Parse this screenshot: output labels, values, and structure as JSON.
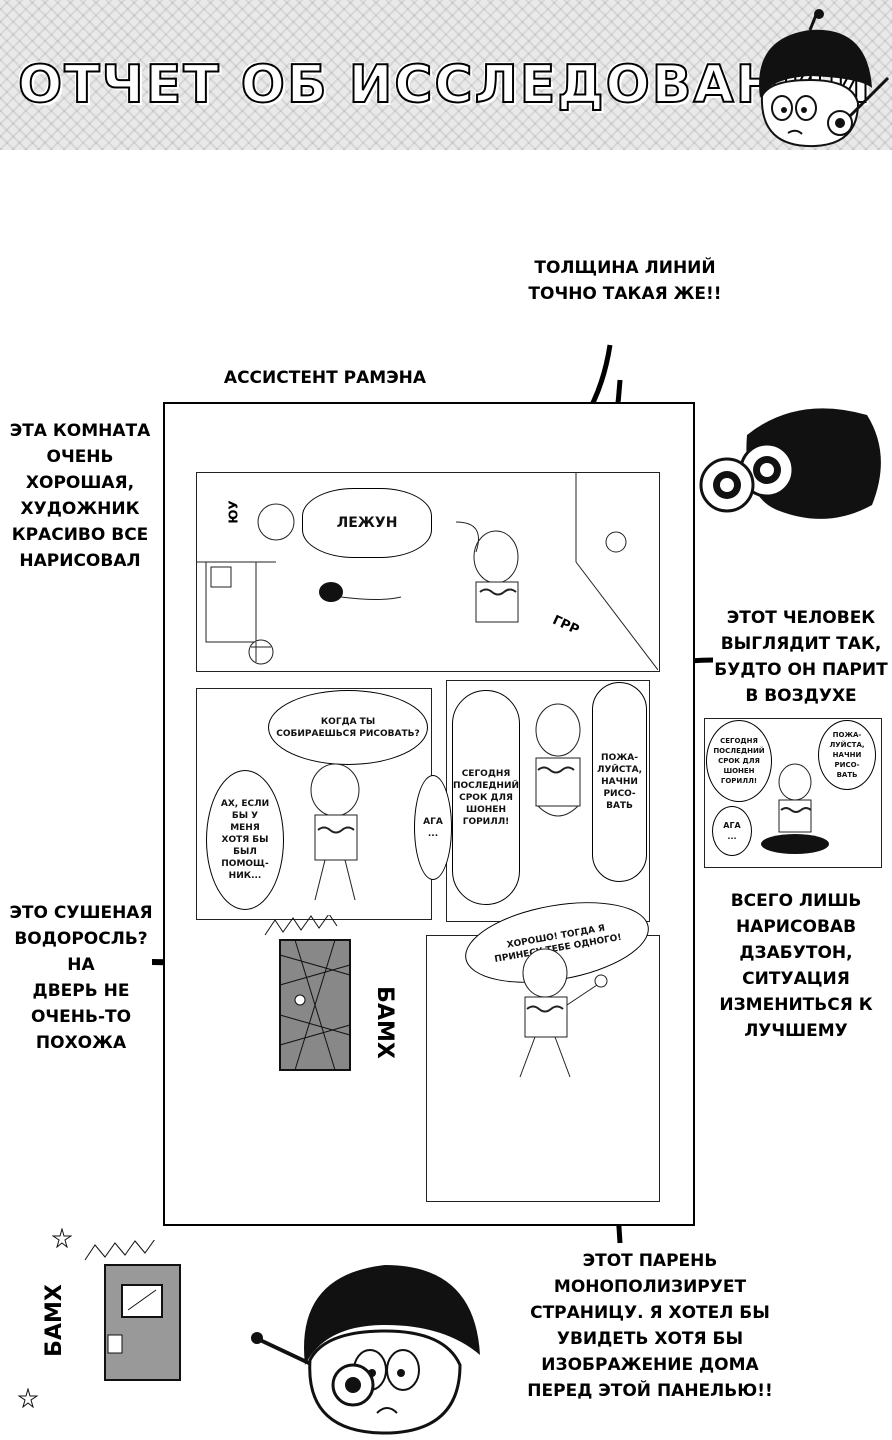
{
  "header": {
    "title": "ОТЧЕТ ОБ ИССЛЕДОВАНИИ"
  },
  "annotations": {
    "line_thickness": "ТОЛЩИНА ЛИНИЙ\nТОЧНО ТАКАЯ ЖЕ!!",
    "assistant_caption": "АССИСТЕНТ РАМЭНА",
    "room_comment": "ЭТА КОМНАТА\nОЧЕНЬ\nХОРОШАЯ,\nХУДОЖНИК\nКРАСИВО ВСЕ\nНАРИСОВАЛ",
    "floating_comment": "ЭТОТ ЧЕЛОВЕК\nВЫГЛЯДИТ ТАК,\nБУДТО ОН ПАРИТ\nВ ВОЗДУХЕ",
    "zabuton_comment": "ВСЕГО ЛИШЬ\nНАРИСОВАВ\nДЗАБУТОН,\nСИТУАЦИЯ\nИЗМЕНИТЬСЯ К\nЛУЧШЕМУ",
    "seaweed_comment": "ЭТО СУШЕНАЯ\nВОДОРОСЛЬ? НА\nДВЕРЬ НЕ\nОЧЕНЬ-ТО\nПОХОЖА",
    "monopoly_comment": "ЭТОТ ПАРЕНЬ\nМОНОПОЛИЗИРУЕТ\nСТРАНИЦУ. Я ХОТЕЛ БЫ\nУВИДЕТЬ ХОТЯ БЫ\nИЗОБРАЖЕНИЕ ДОМА\nПЕРЕД ЭТОЙ ПАНЕЛЬЮ!!"
  },
  "comic": {
    "sfx_you": "ЮУ",
    "sfx_lejun": "ЛЕЖУН",
    "sfx_grr": "ГРР",
    "sfx_bamkh": "БАМХ",
    "bubble_when": "КОГДА ТЫ\nСОБИРАЕШЬСЯ РИСОВАТЬ?",
    "bubble_ah": "АХ, ЕСЛИ\nБЫ У\nМЕНЯ\nХОТЯ БЫ\nБЫЛ\nПОМОЩ-\nНИК...",
    "bubble_aga": "АГА\n...",
    "bubble_deadline": "СЕГОДНЯ\nПОСЛЕДНИЙ\nСРОК ДЛЯ\nШОНЕН\nГОРИЛЛ!",
    "bubble_please": "ПОЖА-\nЛУЙСТА,\nНАЧНИ\nРИСО-\nВАТЬ",
    "bubble_good": "ХОРОШО! ТОГДА Я\nПРИНЕСУ ТЕБЕ ОДНОГО!"
  },
  "side_panel": {
    "bubble_deadline": "СЕГОДНЯ\nПОСЛЕДНИЙ\nСРОК ДЛЯ\nШОНЕН\nГОРИЛЛ!",
    "bubble_please": "ПОЖА-\nЛУЙСТА,\nНАЧНИ\nРИСО-\nВАТЬ",
    "bubble_aga": "АГА\n..."
  },
  "bottom": {
    "sfx_bamkh": "БАМХ"
  }
}
